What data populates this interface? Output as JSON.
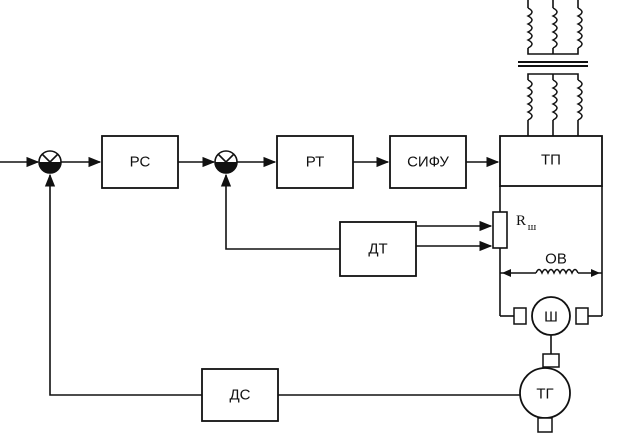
{
  "blocks": {
    "rs": "РС",
    "rt": "РТ",
    "sifu": "СИФУ",
    "tp": "ТП",
    "dt": "ДТ",
    "ds": "ДС",
    "shunt_main": "R",
    "shunt_sub": "ш",
    "field_winding": "ОВ",
    "motor": "Ш",
    "tachogen": "ТГ"
  }
}
